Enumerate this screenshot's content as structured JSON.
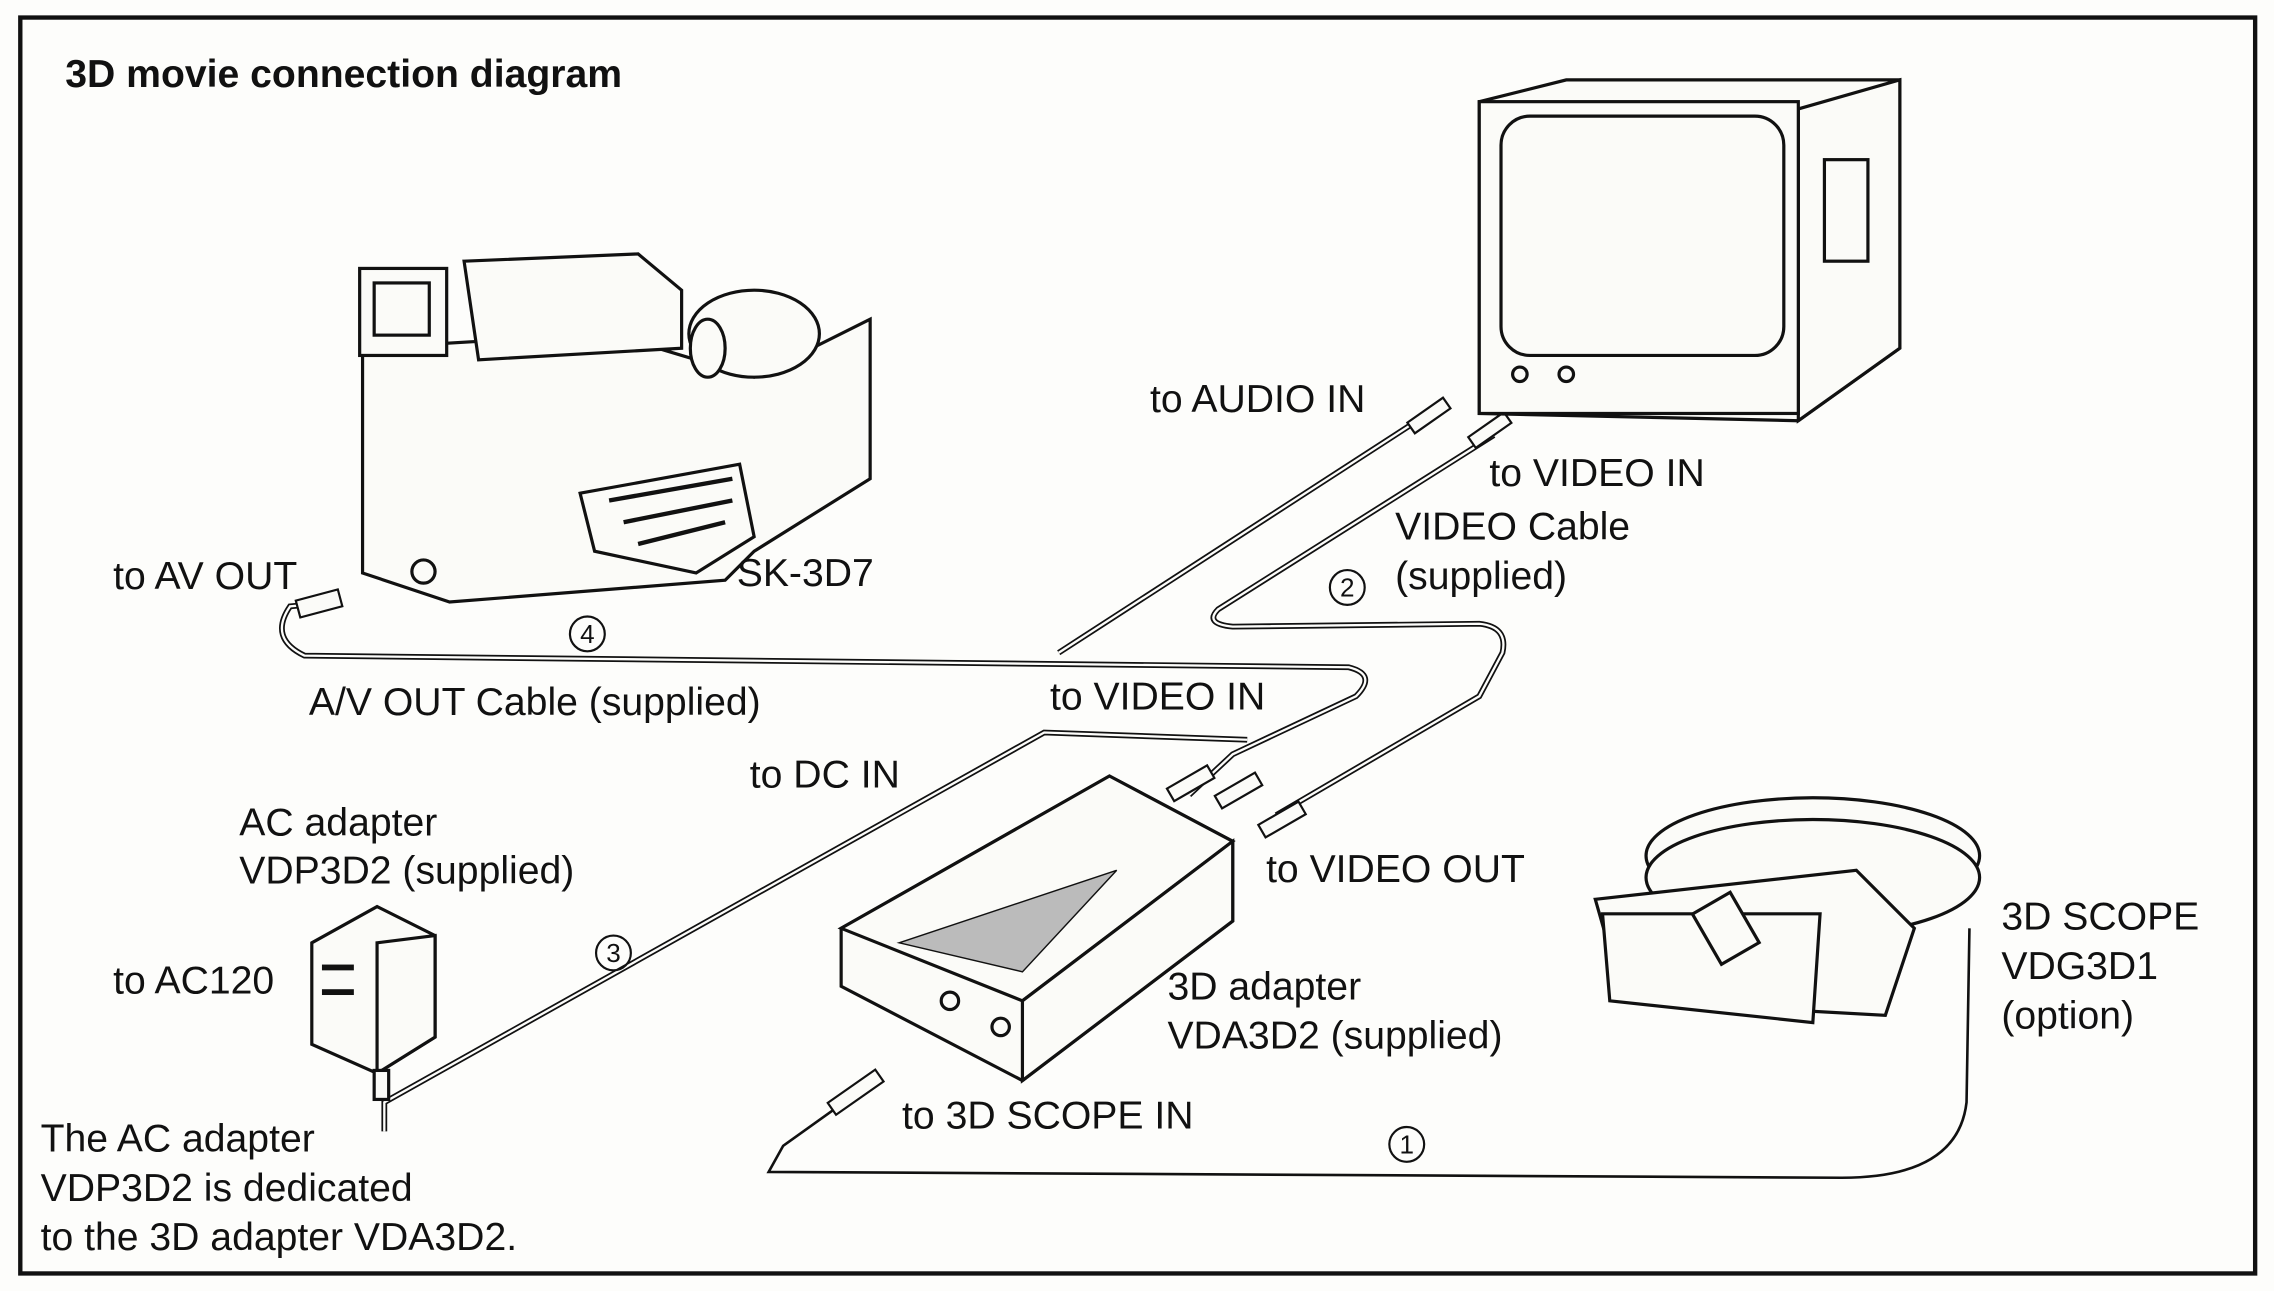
{
  "title": "3D movie connection diagram",
  "camcorder": {
    "model": "SK-3D7",
    "port_label": "to AV OUT"
  },
  "av_cable": {
    "number": "4",
    "label": "A/V OUT Cable (supplied)"
  },
  "tv": {
    "audio_label": "to AUDIO IN",
    "video_label": "to VIDEO IN"
  },
  "video_cable": {
    "number": "2",
    "line1": "VIDEO Cable",
    "line2": "(supplied)"
  },
  "adapter": {
    "video_in_label": "to VIDEO IN",
    "dc_in_label": "to DC IN",
    "video_out_label": "to VIDEO OUT",
    "scope_in_label": "to 3D SCOPE IN",
    "line1": "3D adapter",
    "line2": "VDA3D2 (supplied)"
  },
  "ac_adapter": {
    "line1": "AC adapter",
    "line2": "VDP3D2 (supplied)",
    "plug_label": "to AC120",
    "cable_number": "3"
  },
  "scope": {
    "line1": "3D SCOPE",
    "line2": "VDG3D1",
    "line3": "(option)",
    "cable_number": "1"
  },
  "note": {
    "line1": "The AC adapter",
    "line2": "VDP3D2 is dedicated",
    "line3": "to the 3D adapter VDA3D2."
  }
}
